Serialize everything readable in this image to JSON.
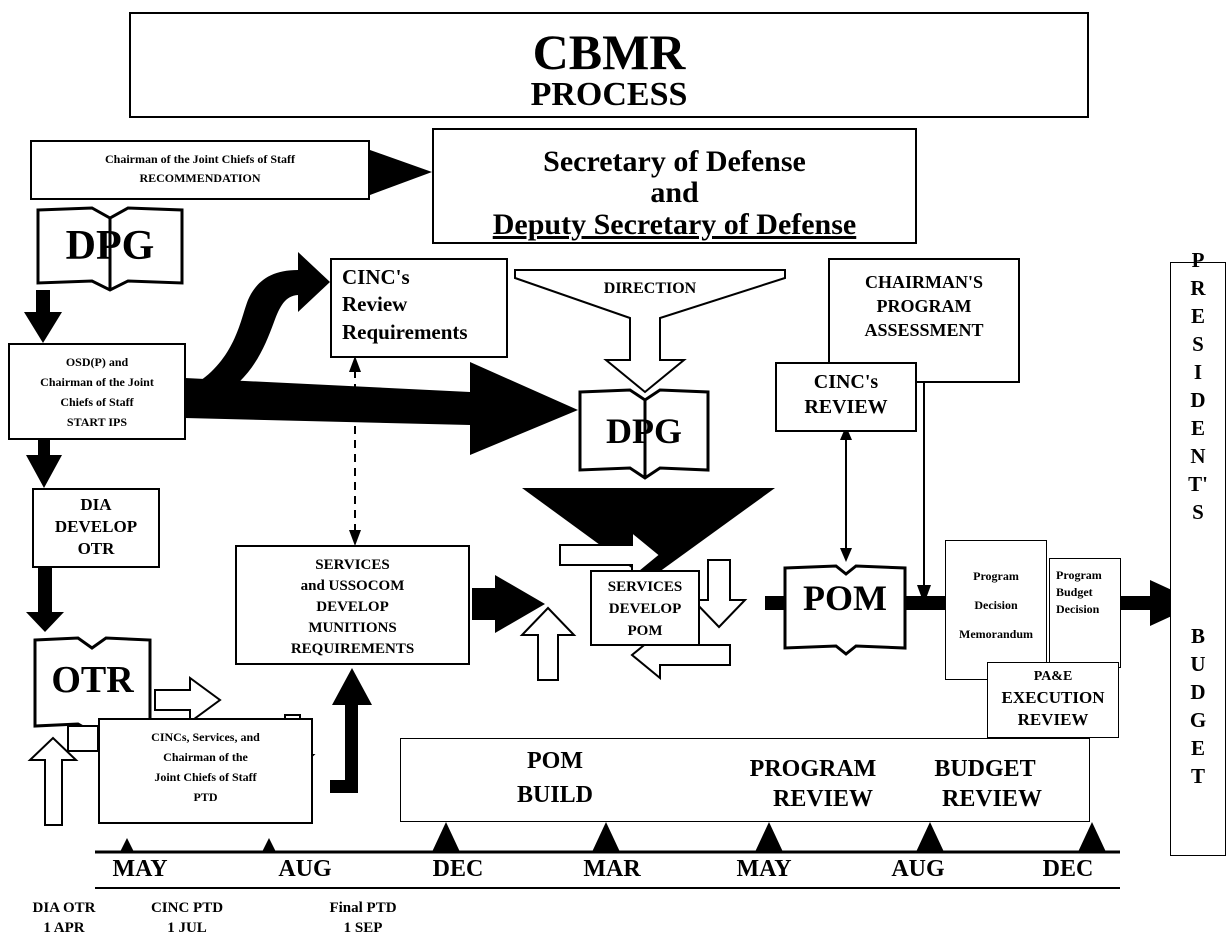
{
  "title": {
    "main": "CBMR",
    "sub": "PROCESS"
  },
  "nodes": {
    "cjcs_rec": {
      "line1": "Chairman of the Joint Chiefs of Staff",
      "line2": "RECOMMENDATION"
    },
    "secdef": {
      "line1": "Secretary of Defense",
      "line2": "and",
      "line3": "Deputy Secretary of Defense"
    },
    "dpg_top": "DPG",
    "dpg_mid": "DPG",
    "osd": {
      "line1": "OSD(P) and",
      "line2": "Chairman of the Joint",
      "line3": "Chiefs of Staff",
      "line4": "START IPS"
    },
    "cinc_review_req": {
      "line1": "CINC's",
      "line2": "Review",
      "line3": "Requirements"
    },
    "direction": "DIRECTION",
    "chairman_assess": {
      "line1": "CHAIRMAN'S",
      "line2": "PROGRAM",
      "line3": "ASSESSMENT"
    },
    "cinc_review": {
      "line1": "CINC's",
      "line2": "REVIEW"
    },
    "dia": {
      "line1": "DIA",
      "line2": "DEVELOP",
      "line3": "OTR"
    },
    "services_ussocom": {
      "line1": "SERVICES",
      "line2": "and USSOCOM",
      "line3": "DEVELOP",
      "line4": "MUNITIONS",
      "line5": "REQUIREMENTS"
    },
    "services_pom": {
      "line1": "SERVICES",
      "line2": "DEVELOP",
      "line3": "POM"
    },
    "pom": "POM",
    "pdm": {
      "line1": "Program",
      "line2": "Decision",
      "line3": "Memorandum"
    },
    "pbd": {
      "line1": "Program",
      "line2": "Budget",
      "line3": "Decision"
    },
    "otr": "OTR",
    "cincs_ptd": {
      "line1": "CINCs, Services, and",
      "line2": "Chairman of the",
      "line3": "Joint Chiefs of Staff",
      "line4": "PTD"
    },
    "pae": {
      "line1": "PA&E",
      "line2": "EXECUTION",
      "line3": "REVIEW"
    },
    "presidents": "P\nR\nE\nS\nI\nD\nE\nN\nT'\nS",
    "budget": "B\nU\nD\nG\nE\nT"
  },
  "phases": {
    "pom_build": {
      "line1": "POM",
      "line2": "BUILD"
    },
    "program_review": {
      "line1": "PROGRAM",
      "line2": "REVIEW"
    },
    "budget_review": {
      "line1": "BUDGET",
      "line2": "REVIEW"
    }
  },
  "timeline": {
    "months": [
      "MAY",
      "AUG",
      "DEC",
      "MAR",
      "MAY",
      "AUG",
      "DEC"
    ],
    "milestones": [
      {
        "label": "DIA OTR",
        "date": "1 APR"
      },
      {
        "label": "CINC PTD",
        "date": "1 JUL"
      },
      {
        "label": "Final PTD",
        "date": "1 SEP"
      }
    ]
  }
}
